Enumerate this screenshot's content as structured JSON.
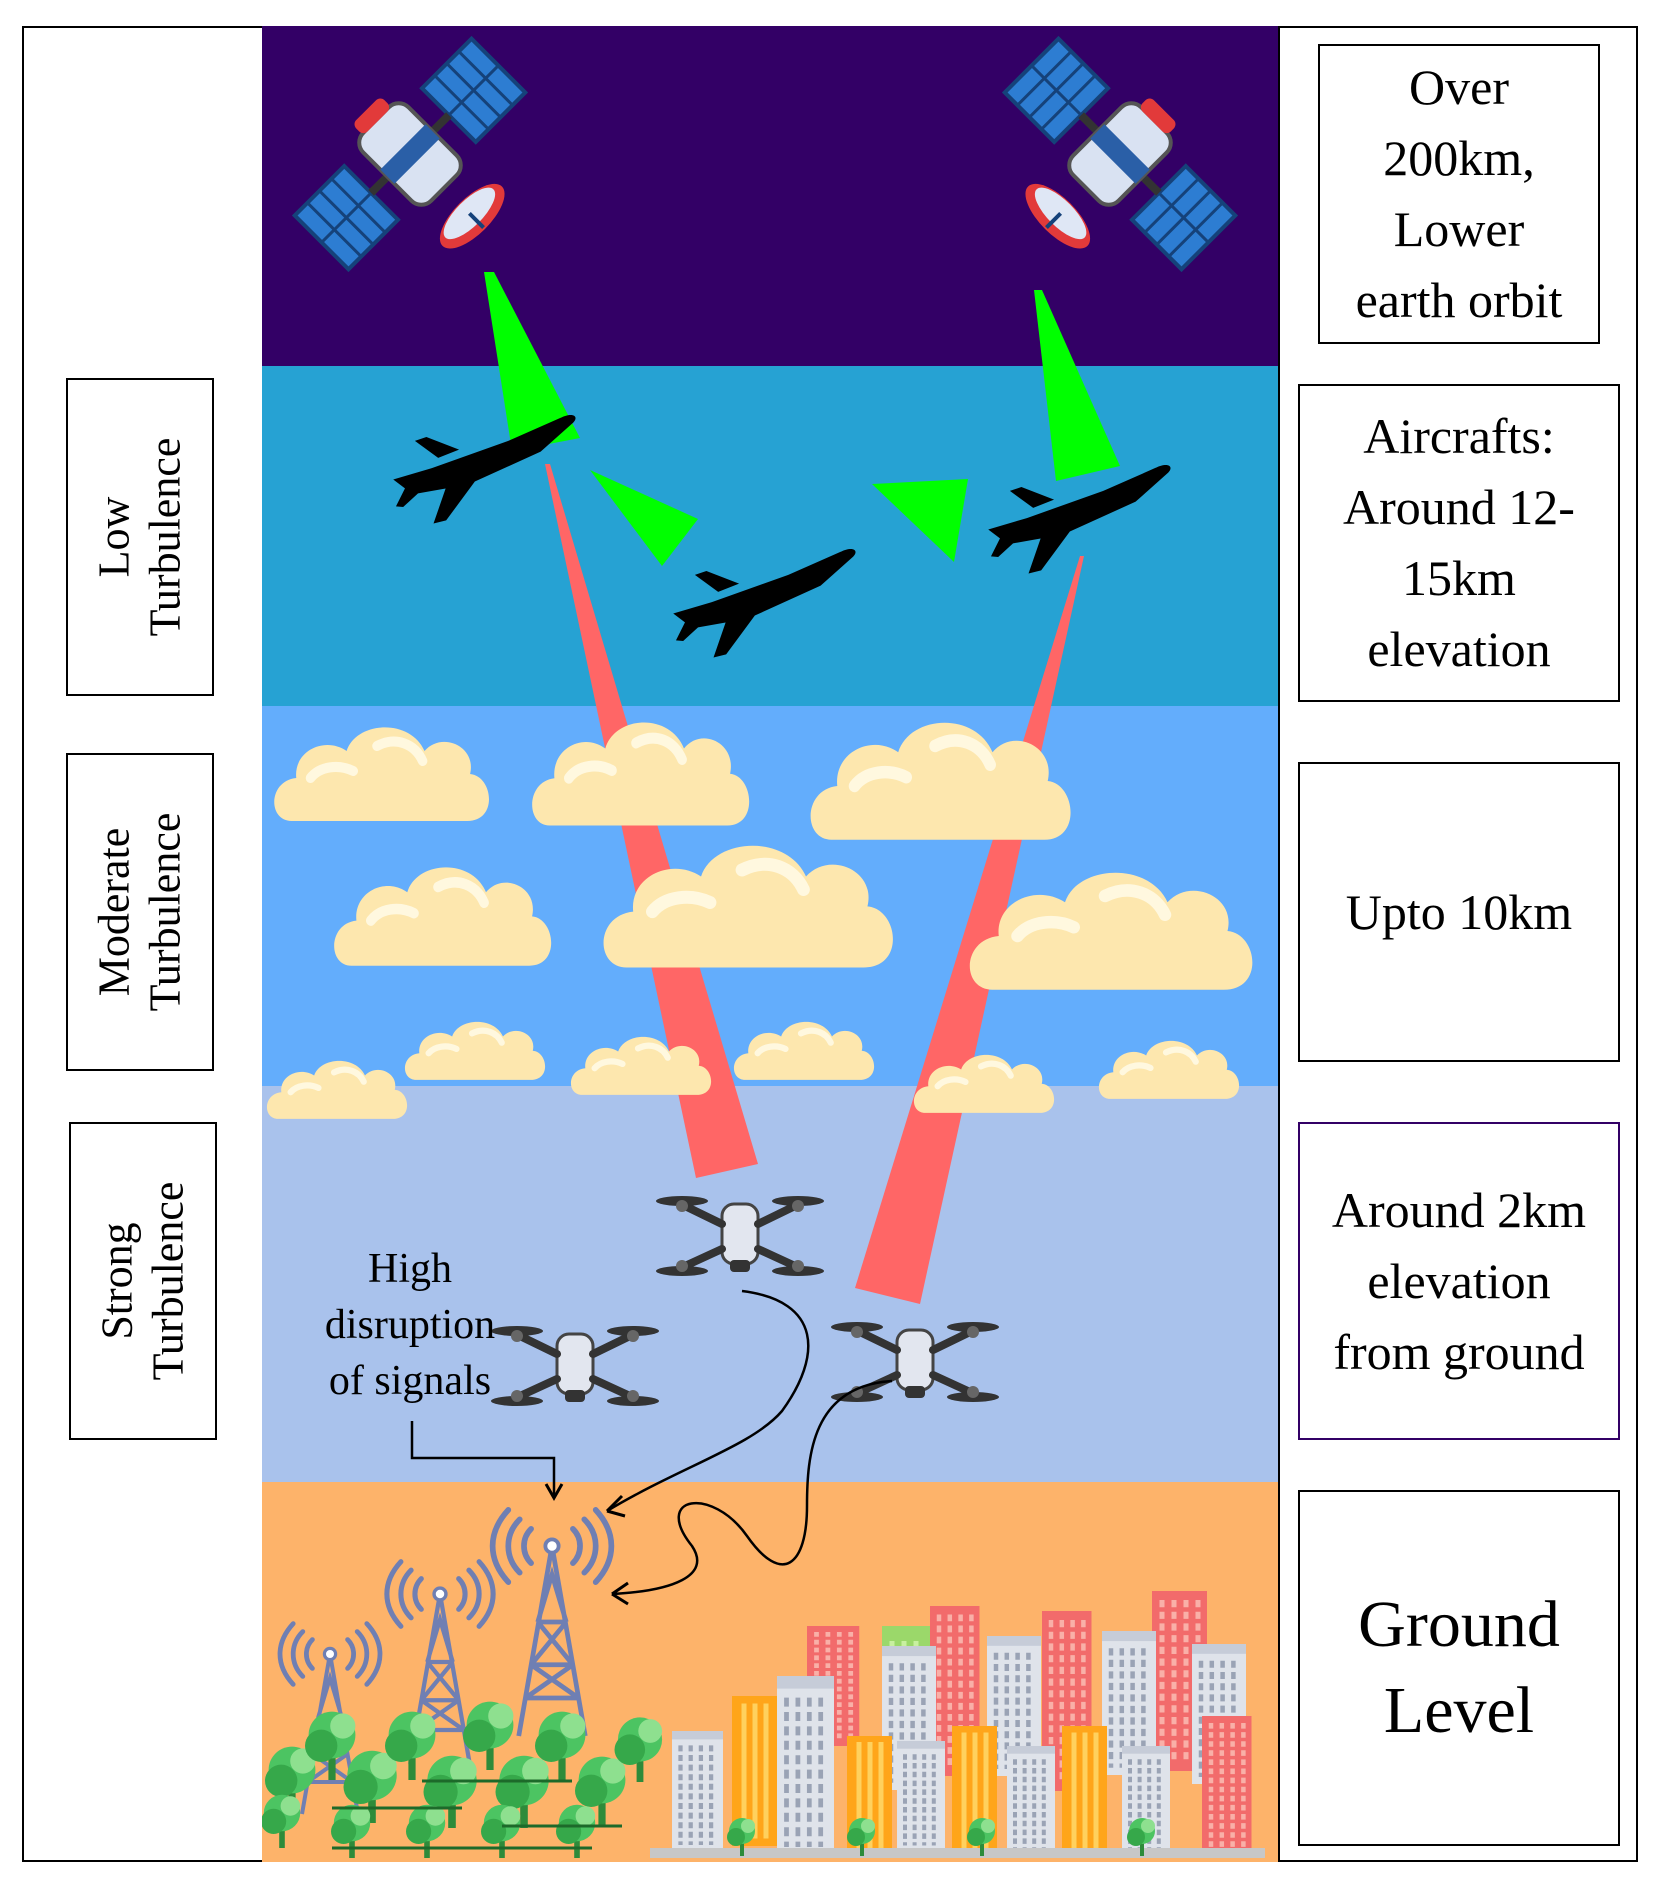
{
  "turbulence_labels": {
    "low": "Low\nTurbulence",
    "moderate": "Moderate\nTurbulence",
    "strong": "Strong\nTurbulence"
  },
  "altitude_labels": {
    "orbit": "Over\n200km,\nLower\nearth orbit",
    "aircraft": "Aircrafts:\nAround 12-\n15km\nelevation",
    "clouds": "Upto 10km",
    "drones": "Around 2km\nelevation\nfrom ground",
    "ground": "Ground\nLevel"
  },
  "annotation": {
    "line1": "High",
    "line2": "disruption",
    "line3": "of signals"
  },
  "colors": {
    "space": "#330066",
    "aircraft_layer": "#26A2D3",
    "cloud_layer": "#63ADFC",
    "drone_layer": "#A9C2EC",
    "ground_layer": "#FDB36A",
    "beam_green": "#00FF00",
    "beam_red": "#FF6666",
    "cloud": "#FDE7AE",
    "drones_box_border": "#330066"
  },
  "icons": [
    "satellite-icon",
    "airplane-icon",
    "drone-icon",
    "cell-tower-icon",
    "tree-icon",
    "building-icon",
    "cloud-icon"
  ]
}
